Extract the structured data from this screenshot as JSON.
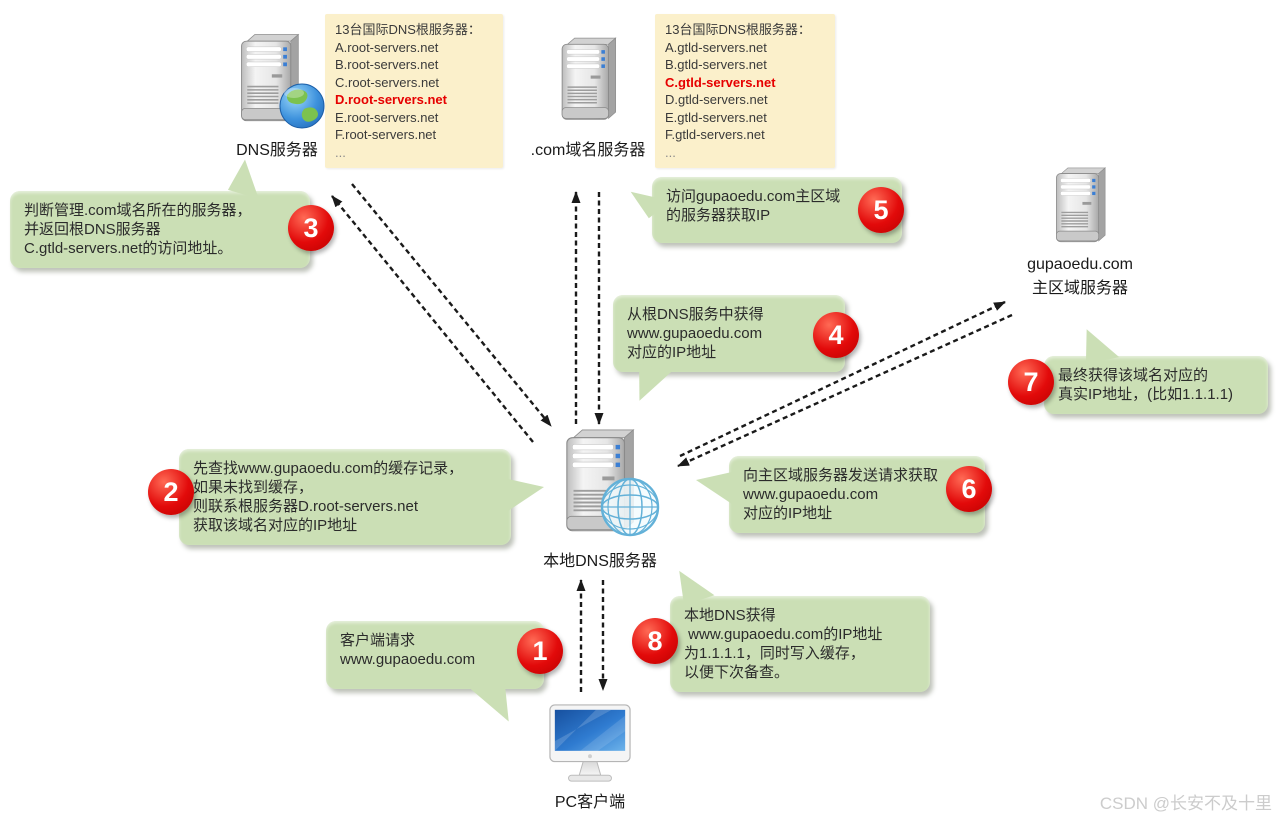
{
  "colors": {
    "callout_bg": "#cbdfb5",
    "badge_red": "#e20a0a",
    "note_bg": "#fbf0cb",
    "highlight_red": "#e60000",
    "arrow": "#1a1a1a",
    "watermark_gray": "#cccccc"
  },
  "notes": {
    "root": {
      "title": "13台国际DNS根服务器：",
      "items": [
        "A.root-servers.net",
        "B.root-servers.net",
        "C.root-servers.net",
        "D.root-servers.net",
        "E.root-servers.net",
        "F.root-servers.net",
        "..."
      ],
      "highlight_item": "D.root-servers.net"
    },
    "gtld": {
      "title": "13台国际DNS根服务器：",
      "items": [
        "A.gtld-servers.net",
        "B.gtld-servers.net",
        "C.gtld-servers.net",
        "D.gtld-servers.net",
        "E.gtld-servers.net",
        "F.gtld-servers.net",
        "..."
      ],
      "highlight_item": "C.gtld-servers.net"
    }
  },
  "nodes": {
    "dns_root": {
      "label": "DNS服务器"
    },
    "com": {
      "label": ".com域名服务器"
    },
    "gupao": {
      "label_line1": "gupaoedu.com",
      "label_line2": "主区域服务器"
    },
    "local_dns": {
      "label": "本地DNS服务器"
    },
    "pc": {
      "label": "PC客户端"
    }
  },
  "edges": [
    {
      "from": "local_dns",
      "to": "dns_root",
      "style": "dashed",
      "bidirectional": true
    },
    {
      "from": "local_dns",
      "to": "com",
      "style": "dashed",
      "bidirectional": true
    },
    {
      "from": "local_dns",
      "to": "gupao",
      "style": "dashed",
      "bidirectional": true
    },
    {
      "from": "pc",
      "to": "local_dns",
      "style": "dashed",
      "bidirectional": true
    }
  ],
  "callouts": {
    "c1": {
      "number": "1",
      "lines": [
        "客户端请求",
        "www.gupaoedu.com"
      ]
    },
    "c2": {
      "number": "2",
      "lines": [
        "先查找www.gupaoedu.com的缓存记录，",
        "如果未找到缓存，",
        "则联系根服务器D.root-servers.net",
        "获取该域名对应的IP地址"
      ]
    },
    "c3": {
      "number": "3",
      "lines": [
        "判断管理.com域名所在的服务器，",
        "并返回根DNS服务器",
        "C.gtld-servers.net的访问地址。"
      ]
    },
    "c4": {
      "number": "4",
      "lines": [
        "从根DNS服务中获得",
        "www.gupaoedu.com",
        "对应的IP地址"
      ]
    },
    "c5": {
      "number": "5",
      "lines": [
        "访问gupaoedu.com主区域",
        "的服务器获取IP"
      ]
    },
    "c6": {
      "number": "6",
      "lines": [
        "向主区域服务器发送请求获取",
        "www.gupaoedu.com",
        "对应的IP地址"
      ]
    },
    "c7": {
      "number": "7",
      "lines": [
        "最终获得该域名对应的",
        "真实IP地址，(比如1.1.1.1)"
      ]
    },
    "c8": {
      "number": "8",
      "lines": [
        "本地DNS获得",
        " www.gupaoedu.com的IP地址",
        "为1.1.1.1，同时写入缓存，",
        "以便下次备查。"
      ]
    }
  },
  "watermark": "CSDN @长安不及十里"
}
